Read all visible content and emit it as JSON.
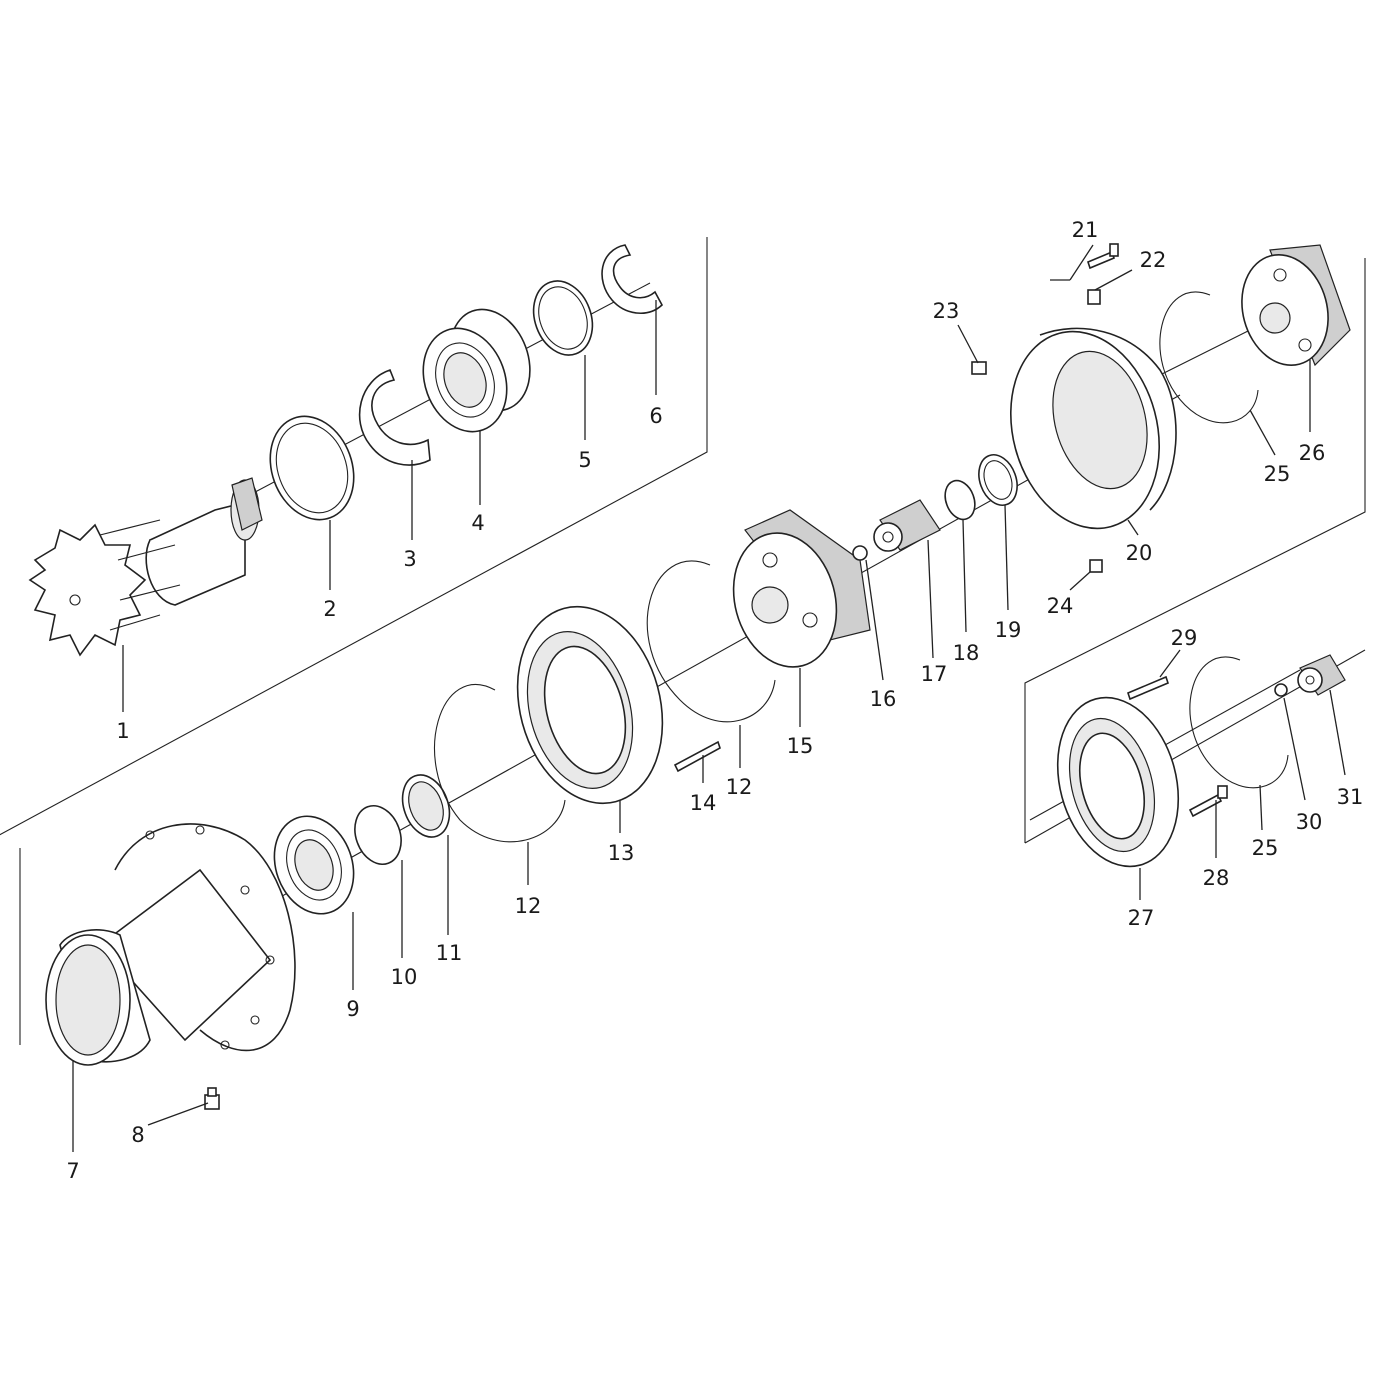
{
  "diagram": {
    "callouts": [
      {
        "id": "c1",
        "text": "1"
      },
      {
        "id": "c2",
        "text": "2"
      },
      {
        "id": "c3",
        "text": "3"
      },
      {
        "id": "c4",
        "text": "4"
      },
      {
        "id": "c5",
        "text": "5"
      },
      {
        "id": "c6",
        "text": "6"
      },
      {
        "id": "c7",
        "text": "7"
      },
      {
        "id": "c8",
        "text": "8"
      },
      {
        "id": "c9",
        "text": "9"
      },
      {
        "id": "c10",
        "text": "10"
      },
      {
        "id": "c11",
        "text": "11"
      },
      {
        "id": "c12a",
        "text": "12"
      },
      {
        "id": "c12b",
        "text": "12"
      },
      {
        "id": "c13",
        "text": "13"
      },
      {
        "id": "c14",
        "text": "14"
      },
      {
        "id": "c15",
        "text": "15"
      },
      {
        "id": "c16",
        "text": "16"
      },
      {
        "id": "c17",
        "text": "17"
      },
      {
        "id": "c18",
        "text": "18"
      },
      {
        "id": "c19",
        "text": "19"
      },
      {
        "id": "c20",
        "text": "20"
      },
      {
        "id": "c21",
        "text": "21"
      },
      {
        "id": "c22",
        "text": "22"
      },
      {
        "id": "c23",
        "text": "23"
      },
      {
        "id": "c24",
        "text": "24"
      },
      {
        "id": "c25a",
        "text": "25"
      },
      {
        "id": "c25b",
        "text": "25"
      },
      {
        "id": "c26",
        "text": "26"
      },
      {
        "id": "c27",
        "text": "27"
      },
      {
        "id": "c28",
        "text": "28"
      },
      {
        "id": "c29",
        "text": "29"
      },
      {
        "id": "c30",
        "text": "30"
      },
      {
        "id": "c31",
        "text": "31"
      }
    ]
  }
}
